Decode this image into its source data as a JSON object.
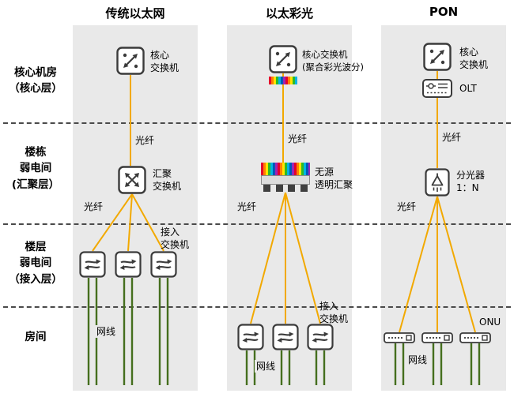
{
  "layers": {
    "core": "核心机房\n（核心层）",
    "aggregation": "楼栋\n弱电间\n(汇聚层）",
    "access": "楼层\n弱电间\n（接入层）",
    "room": "房间"
  },
  "columns": {
    "traditional": {
      "title": "传统以太网",
      "core_switch_label": "核心\n交换机",
      "fiber_label_top": "光纤",
      "agg_switch_label": "汇聚\n交换机",
      "fiber_label_mid": "光纤",
      "access_switch_label": "接入\n交换机",
      "cable_label": "网线"
    },
    "color_ethernet": {
      "title": "以太彩光",
      "core_switch_label": "核心交换机\n(聚合彩光波分)",
      "fiber_label_top": "光纤",
      "agg_module_label": "无源\n透明汇聚",
      "fiber_label_mid": "光纤",
      "access_switch_label": "接入\n交换机",
      "cable_label": "网线"
    },
    "pon": {
      "title": "PON",
      "core_switch_label": "核心\n交换机",
      "olt_label": "OLT",
      "fiber_label_top": "光纤",
      "splitter_label": "分光器\n1：N",
      "fiber_label_mid": "光纤",
      "onu_label": "ONU",
      "cable_label": "网线"
    }
  },
  "colors": {
    "fiber": "#F2A900",
    "network_cable": "#456F1E",
    "panel_background": "#E9E9E9"
  }
}
